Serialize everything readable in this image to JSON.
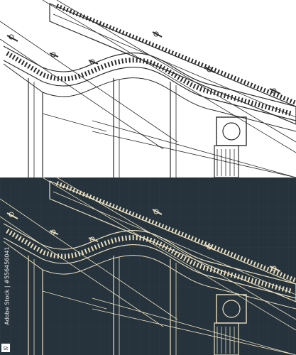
{
  "image": {
    "subject": "isometric blueprint of curved roller conveyor with gear motor",
    "variants": [
      "light",
      "dark"
    ]
  },
  "colors": {
    "light_bg": "#ffffff",
    "light_line": "#2b2b2b",
    "dark_bg": "#26333c",
    "dark_grid": "#314049",
    "dark_line": "#eadfbe"
  },
  "watermark": {
    "side_text": "Adobe Stock | #556456041"
  }
}
